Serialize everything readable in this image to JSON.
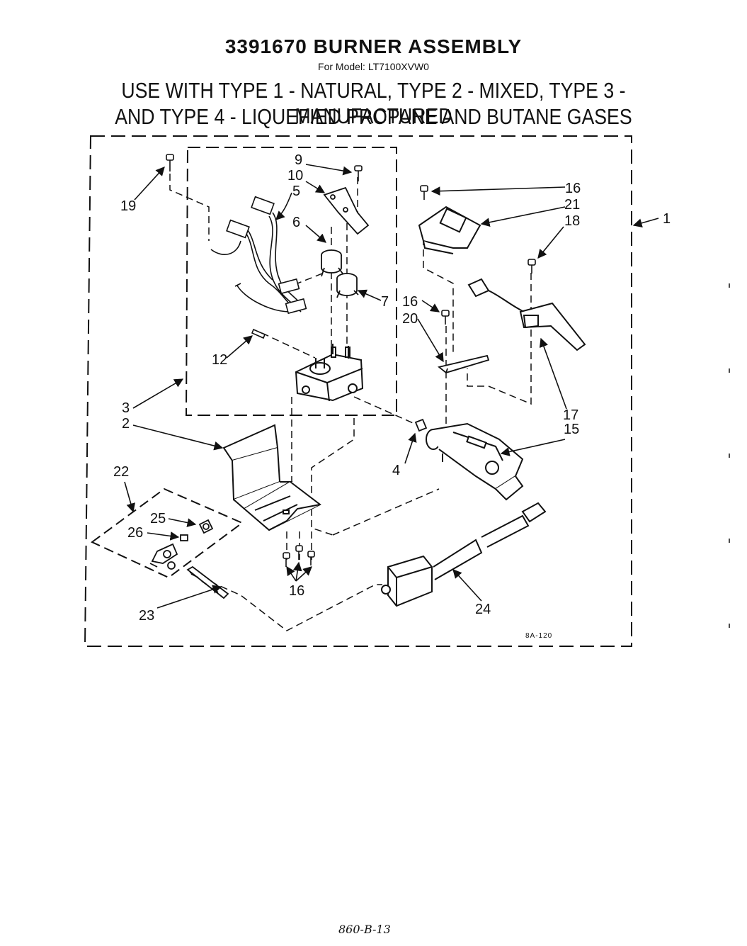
{
  "title": "3391670 BURNER ASSEMBLY",
  "subtitle": "For Model: LT7100XVW0",
  "usage_line1": "USE WITH TYPE 1 - NATURAL, TYPE 2 - MIXED, TYPE 3 - MANUFACTURED",
  "usage_line2": "AND TYPE 4 - LIQUEFIED PROPANE AND BUTANE GASES",
  "plate_code": "8A-120",
  "footer_note": "860-B-13",
  "callouts": {
    "c1": "1",
    "c2": "2",
    "c3": "3",
    "c4": "4",
    "c5": "5",
    "c6": "6",
    "c7": "7",
    "c9": "9",
    "c10": "10",
    "c12": "12",
    "c15": "15",
    "c16a": "16",
    "c16b": "16",
    "c16c": "16",
    "c17": "17",
    "c18": "18",
    "c19": "19",
    "c20": "20",
    "c21": "21",
    "c22": "22",
    "c23": "23",
    "c24": "24",
    "c25": "25",
    "c26": "26"
  }
}
